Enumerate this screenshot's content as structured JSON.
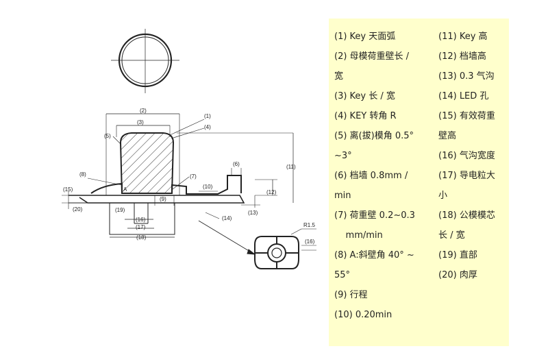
{
  "drawing": {
    "dim_labels": [
      "(1)",
      "(2)",
      "(3)",
      "(4)",
      "(5)",
      "(6)",
      "(7)",
      "(8)",
      "(9)",
      "(10)",
      "(11)",
      "(12)",
      "(13)",
      "(14)",
      "(15)",
      "(16)",
      "(17)",
      "(18)",
      "(19)",
      "(20)",
      "A"
    ],
    "detail_label_r": "R1.5",
    "detail_label_16": "(16)"
  },
  "legend": {
    "left": [
      "(1) Key 天面弧",
      "(2) 母模荷重壁长 /",
      "宽",
      "(3) Key 长 / 宽",
      "(4) KEY 转角 R",
      "(5) 离(拔)模角 0.5°",
      "~3°",
      "(6) 档墙 0.8mm /",
      "min",
      "(7) 荷重壁 0.2~0.3",
      "    mm/min",
      "(8) A:斜壁角 40° ~",
      "55°",
      "(9) 行程",
      "(10) 0.20min"
    ],
    "right": [
      "(11) Key 高",
      "(12) 档墙高",
      "(13) 0.3 气沟",
      "(14) LED 孔",
      "(15) 有效荷重",
      "壁高",
      "(16) 气沟宽度",
      "(17) 导电粒大",
      "小",
      "(18) 公模模芯",
      "长 / 宽",
      "(19) 直部",
      "(20) 肉厚"
    ]
  }
}
